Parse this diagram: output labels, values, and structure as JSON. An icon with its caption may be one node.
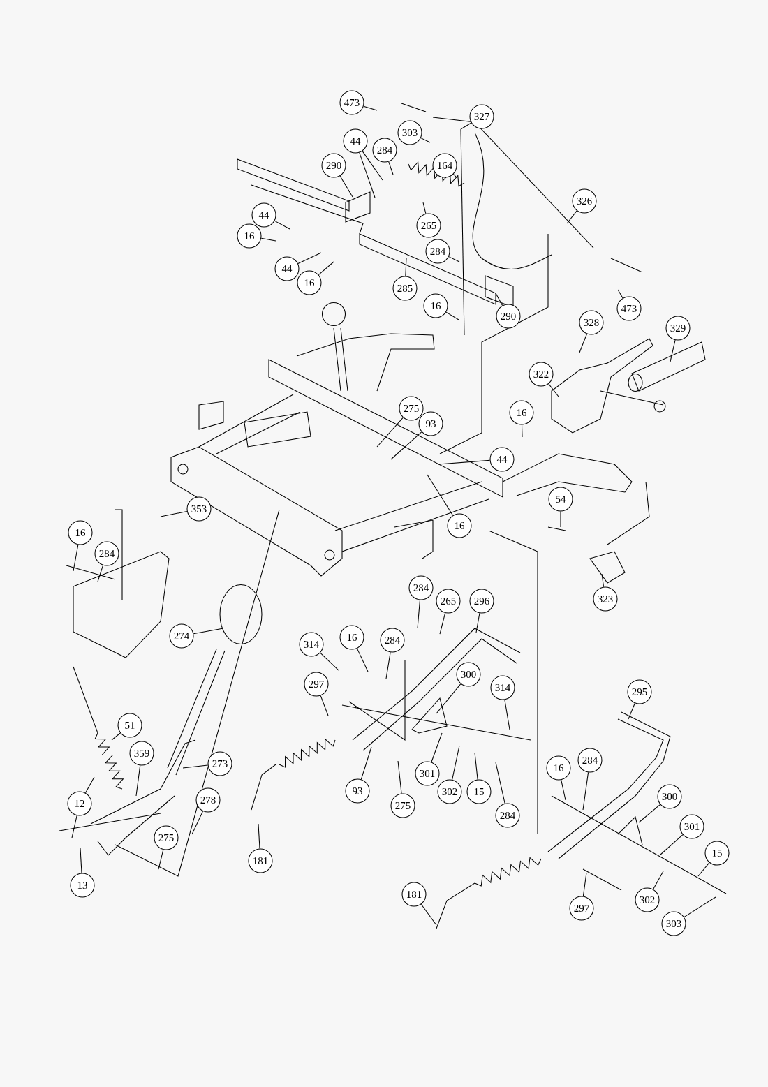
{
  "diagram": {
    "nodes": [
      {
        "text": [
          "473"
        ]
      },
      {
        "text": [
          "327"
        ]
      },
      {
        "text": [
          "303"
        ]
      },
      {
        "text": [
          "44"
        ]
      },
      {
        "text": [
          "284"
        ]
      },
      {
        "text": [
          "290"
        ]
      },
      {
        "text": [
          "164"
        ]
      },
      {
        "text": [
          "326"
        ]
      },
      {
        "text": [
          "265"
        ]
      },
      {
        "text": [
          "44"
        ]
      },
      {
        "text": [
          "16"
        ]
      },
      {
        "text": [
          "284"
        ]
      },
      {
        "text": [
          "44"
        ]
      },
      {
        "text": [
          "16"
        ]
      },
      {
        "text": [
          "285"
        ]
      },
      {
        "text": [
          "16"
        ]
      },
      {
        "text": [
          "290"
        ]
      },
      {
        "text": [
          "473"
        ]
      },
      {
        "text": [
          "328"
        ]
      },
      {
        "text": [
          "329"
        ]
      },
      {
        "text": [
          "322"
        ]
      },
      {
        "text": [
          "275"
        ]
      },
      {
        "text": [
          "93"
        ]
      },
      {
        "text": [
          "16"
        ]
      },
      {
        "text": [
          "44"
        ]
      },
      {
        "text": [
          "353"
        ]
      },
      {
        "text": [
          "54"
        ]
      },
      {
        "text": [
          "16"
        ]
      },
      {
        "text": [
          "16"
        ]
      },
      {
        "text": [
          "284"
        ]
      },
      {
        "text": [
          "323"
        ]
      },
      {
        "text": [
          "284"
        ]
      },
      {
        "text": [
          "265"
        ]
      },
      {
        "text": [
          "296"
        ]
      },
      {
        "text": [
          "274"
        ]
      },
      {
        "text": [
          "314"
        ]
      },
      {
        "text": [
          "16"
        ]
      },
      {
        "text": [
          "284"
        ]
      },
      {
        "text": [
          "300"
        ]
      },
      {
        "text": [
          "297"
        ]
      },
      {
        "text": [
          "314"
        ]
      },
      {
        "text": [
          "295"
        ]
      },
      {
        "text": [
          "51"
        ]
      },
      {
        "text": [
          "359"
        ]
      },
      {
        "text": [
          "273"
        ]
      },
      {
        "text": [
          "16"
        ]
      },
      {
        "text": [
          "284"
        ]
      },
      {
        "text": [
          "300"
        ]
      },
      {
        "text": [
          "301"
        ]
      },
      {
        "text": [
          "93"
        ]
      },
      {
        "text": [
          "302"
        ]
      },
      {
        "text": [
          "15"
        ]
      },
      {
        "text": [
          "12"
        ]
      },
      {
        "text": [
          "278"
        ]
      },
      {
        "text": [
          "275"
        ]
      },
      {
        "text": [
          "284"
        ]
      },
      {
        "text": [
          "301"
        ]
      },
      {
        "text": [
          "15"
        ]
      },
      {
        "text": [
          "275"
        ]
      },
      {
        "text": [
          "181"
        ]
      },
      {
        "text": [
          "13"
        ]
      },
      {
        "text": [
          "181"
        ]
      },
      {
        "text": [
          "302"
        ]
      },
      {
        "text": [
          "297"
        ]
      },
      {
        "text": [
          "303"
        ]
      }
    ],
    "edges": [
      {
        "from": 0,
        "to": null,
        "arrow": "none"
      },
      {
        "from": 1,
        "to": null,
        "arrow": "none"
      },
      {
        "from": 2,
        "to": null,
        "arrow": "none"
      },
      {
        "from": 3,
        "to": null,
        "arrow": "none"
      },
      {
        "from": 3,
        "to": null,
        "arrow": "none"
      },
      {
        "from": 4,
        "to": null,
        "arrow": "none"
      },
      {
        "from": 5,
        "to": null,
        "arrow": "none"
      },
      {
        "from": 6,
        "to": null,
        "arrow": "none"
      },
      {
        "from": 7,
        "to": null,
        "arrow": "none"
      },
      {
        "from": 8,
        "to": null,
        "arrow": "none"
      },
      {
        "from": 9,
        "to": null,
        "arrow": "none"
      },
      {
        "from": 10,
        "to": null,
        "arrow": "none"
      },
      {
        "from": 11,
        "to": null,
        "arrow": "none"
      },
      {
        "from": 12,
        "to": null,
        "arrow": "none"
      },
      {
        "from": 13,
        "to": null,
        "arrow": "none"
      },
      {
        "from": 14,
        "to": null,
        "arrow": "none"
      },
      {
        "from": 15,
        "to": null,
        "arrow": "none"
      },
      {
        "from": 16,
        "to": null,
        "arrow": "none"
      },
      {
        "from": 17,
        "to": null,
        "arrow": "none"
      },
      {
        "from": 18,
        "to": null,
        "arrow": "none"
      },
      {
        "from": 19,
        "to": null,
        "arrow": "none"
      },
      {
        "from": 20,
        "to": null,
        "arrow": "none"
      },
      {
        "from": 21,
        "to": null,
        "arrow": "none"
      },
      {
        "from": 22,
        "to": null,
        "arrow": "none"
      },
      {
        "from": 23,
        "to": null,
        "arrow": "none"
      },
      {
        "from": 24,
        "to": null,
        "arrow": "none"
      },
      {
        "from": 25,
        "to": null,
        "arrow": "none"
      },
      {
        "from": 26,
        "to": null,
        "arrow": "none"
      },
      {
        "from": 27,
        "to": null,
        "arrow": "none"
      },
      {
        "from": 28,
        "to": null,
        "arrow": "none"
      },
      {
        "from": 29,
        "to": null,
        "arrow": "none"
      },
      {
        "from": 30,
        "to": null,
        "arrow": "none"
      },
      {
        "from": 31,
        "to": null,
        "arrow": "none"
      },
      {
        "from": 32,
        "to": null,
        "arrow": "none"
      },
      {
        "from": 33,
        "to": null,
        "arrow": "none"
      },
      {
        "from": 34,
        "to": null,
        "arrow": "none"
      },
      {
        "from": 35,
        "to": null,
        "arrow": "none"
      },
      {
        "from": 36,
        "to": null,
        "arrow": "none"
      },
      {
        "from": 37,
        "to": null,
        "arrow": "none"
      },
      {
        "from": 38,
        "to": null,
        "arrow": "none"
      },
      {
        "from": 39,
        "to": null,
        "arrow": "none"
      },
      {
        "from": 40,
        "to": null,
        "arrow": "none"
      },
      {
        "from": 41,
        "to": null,
        "arrow": "none"
      },
      {
        "from": 42,
        "to": null,
        "arrow": "none"
      },
      {
        "from": 43,
        "to": null,
        "arrow": "none"
      },
      {
        "from": 44,
        "to": null,
        "arrow": "none"
      },
      {
        "from": 45,
        "to": null,
        "arrow": "none"
      },
      {
        "from": 46,
        "to": null,
        "arrow": "none"
      },
      {
        "from": 47,
        "to": null,
        "arrow": "none"
      },
      {
        "from": 48,
        "to": null,
        "arrow": "none"
      },
      {
        "from": 49,
        "to": null,
        "arrow": "none"
      },
      {
        "from": 50,
        "to": null,
        "arrow": "none"
      },
      {
        "from": 51,
        "to": null,
        "arrow": "none"
      },
      {
        "from": 52,
        "to": null,
        "arrow": "none"
      },
      {
        "from": 52,
        "to": null,
        "arrow": "none"
      },
      {
        "from": 53,
        "to": null,
        "arrow": "none"
      },
      {
        "from": 54,
        "to": null,
        "arrow": "none"
      },
      {
        "from": 55,
        "to": null,
        "arrow": "none"
      },
      {
        "from": 56,
        "to": null,
        "arrow": "none"
      },
      {
        "from": 57,
        "to": null,
        "arrow": "none"
      },
      {
        "from": 58,
        "to": null,
        "arrow": "none"
      },
      {
        "from": 59,
        "to": null,
        "arrow": "none"
      },
      {
        "from": 60,
        "to": null,
        "arrow": "none"
      },
      {
        "from": 61,
        "to": null,
        "arrow": "none"
      },
      {
        "from": 62,
        "to": null,
        "arrow": "none"
      },
      {
        "from": 63,
        "to": null,
        "arrow": "none"
      },
      {
        "from": 64,
        "to": null,
        "arrow": "none"
      }
    ]
  }
}
